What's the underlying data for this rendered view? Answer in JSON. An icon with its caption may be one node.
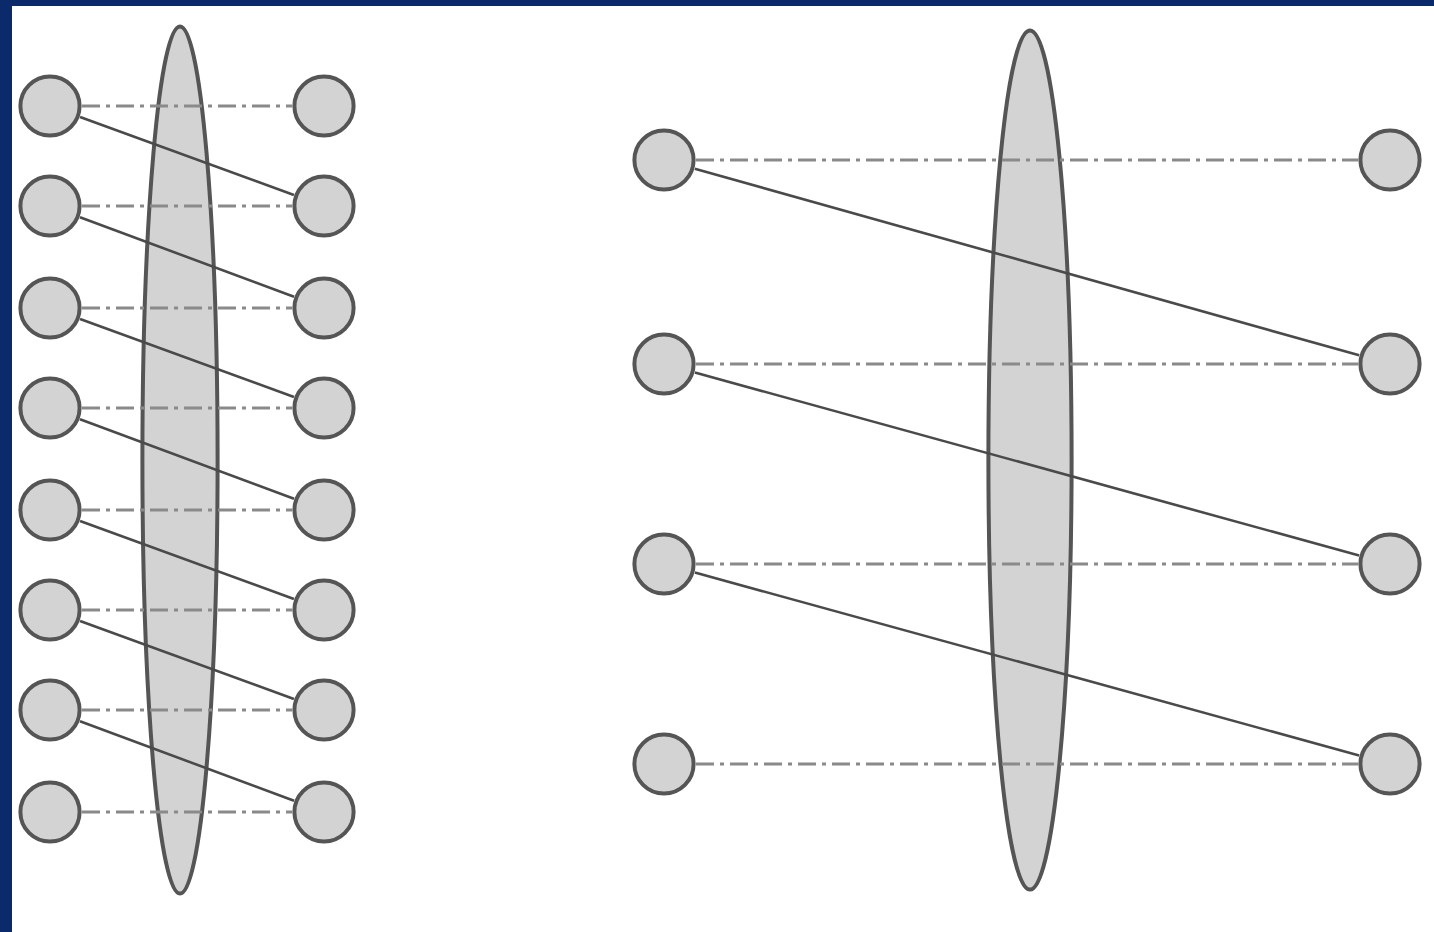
{
  "diagram": {
    "nodes": [
      {
        "text": [],
        "shape": "circle"
      },
      {
        "text": [],
        "shape": "circle"
      },
      {
        "text": [],
        "shape": "circle"
      },
      {
        "text": [],
        "shape": "circle"
      },
      {
        "text": [],
        "shape": "circle"
      },
      {
        "text": [],
        "shape": "circle"
      },
      {
        "text": [],
        "shape": "circle"
      },
      {
        "text": [],
        "shape": "circle"
      },
      {
        "text": [],
        "shape": "circle"
      },
      {
        "text": [],
        "shape": "circle"
      },
      {
        "text": [],
        "shape": "circle"
      },
      {
        "text": [],
        "shape": "circle"
      },
      {
        "text": [],
        "shape": "circle"
      },
      {
        "text": [],
        "shape": "circle"
      },
      {
        "text": [],
        "shape": "circle"
      },
      {
        "text": [],
        "shape": "circle"
      },
      {
        "text": [],
        "shape": "circle"
      },
      {
        "text": [],
        "shape": "circle"
      },
      {
        "text": [],
        "shape": "circle"
      },
      {
        "text": [],
        "shape": "circle"
      },
      {
        "text": [],
        "shape": "circle"
      },
      {
        "text": [],
        "shape": "circle"
      },
      {
        "text": [],
        "shape": "circle"
      },
      {
        "text": [],
        "shape": "circle"
      }
    ],
    "edges": [
      {
        "from": 0,
        "to": 8,
        "arrow": "none",
        "style": "dashed"
      },
      {
        "from": 0,
        "to": 9,
        "arrow": "none"
      },
      {
        "from": 1,
        "to": 9,
        "arrow": "none",
        "style": "dashed"
      },
      {
        "from": 1,
        "to": 10,
        "arrow": "none"
      },
      {
        "from": 2,
        "to": 10,
        "arrow": "none",
        "style": "dashed"
      },
      {
        "from": 2,
        "to": 11,
        "arrow": "none"
      },
      {
        "from": 3,
        "to": 11,
        "arrow": "none",
        "style": "dashed"
      },
      {
        "from": 3,
        "to": 12,
        "arrow": "none"
      },
      {
        "from": 4,
        "to": 12,
        "arrow": "none",
        "style": "dashed"
      },
      {
        "from": 4,
        "to": 13,
        "arrow": "none"
      },
      {
        "from": 5,
        "to": 13,
        "arrow": "none",
        "style": "dashed"
      },
      {
        "from": 5,
        "to": 14,
        "arrow": "none"
      },
      {
        "from": 6,
        "to": 14,
        "arrow": "none",
        "style": "dashed"
      },
      {
        "from": 6,
        "to": 15,
        "arrow": "none"
      },
      {
        "from": 7,
        "to": 15,
        "arrow": "none",
        "style": "dashed"
      },
      {
        "from": 16,
        "to": 20,
        "arrow": "none",
        "style": "dashed"
      },
      {
        "from": 16,
        "to": 21,
        "arrow": "none"
      },
      {
        "from": 17,
        "to": 21,
        "arrow": "none",
        "style": "dashed"
      },
      {
        "from": 17,
        "to": 22,
        "arrow": "none"
      },
      {
        "from": 18,
        "to": 22,
        "arrow": "none",
        "style": "dashed"
      },
      {
        "from": 18,
        "to": 23,
        "arrow": "none"
      },
      {
        "from": 19,
        "to": 23,
        "arrow": "none",
        "style": "dashed"
      }
    ]
  }
}
